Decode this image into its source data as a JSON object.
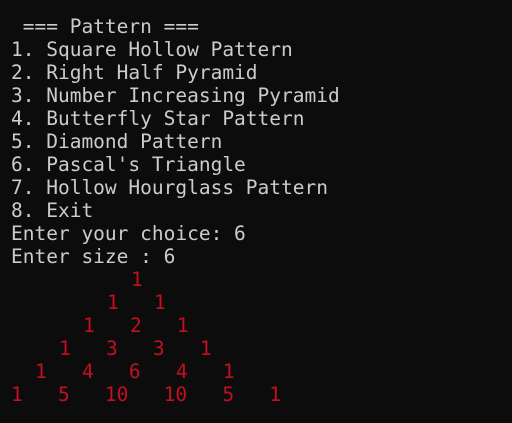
{
  "menu": {
    "header": " === Pattern ===",
    "items": [
      "1. Square Hollow Pattern",
      "2. Right Half Pyramid",
      "3. Number Increasing Pyramid",
      "4. Butterfly Star Pattern",
      "5. Diamond Pattern",
      "6. Pascal's Triangle",
      "7. Hollow Hourglass Pattern",
      "8. Exit"
    ]
  },
  "prompts": {
    "choice": "Enter your choice: 6",
    "size": "Enter size : 6"
  },
  "output": {
    "rows": [
      "1",
      "1   1",
      "1   2   1",
      "1   3   3   1",
      "1   4   6   4   1",
      "1   5   10   10   5   1"
    ]
  },
  "colors": {
    "background": "#0c0c0c",
    "text": "#cccccc",
    "pattern": "#c50f1f"
  }
}
